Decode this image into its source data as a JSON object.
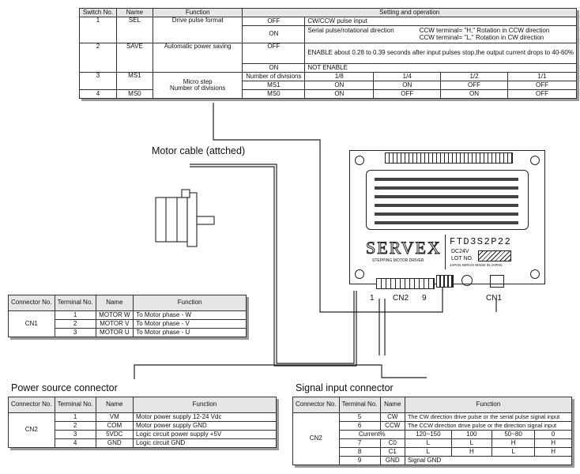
{
  "switch_table": {
    "headers": [
      "Switch No.",
      "Name",
      "Function",
      "Setting and operation"
    ],
    "sw1": {
      "no": "1",
      "name": "SEL",
      "function": "Drive pulse format",
      "off_label": "OFF",
      "off_text": "CW/CCW pulse input",
      "on_label": "ON",
      "on_text": "Serial pulse/rotational direction",
      "on_ccw_h": "CCW terminal= \"H,\" Rotation in CCW direction",
      "on_ccw_l": "CCW terminal= \"L,\" Rotation in CW direction"
    },
    "sw2": {
      "no": "2",
      "name": "SAVE",
      "function": "Automatic power saving",
      "off_label": "OFF",
      "off_text": "ENABLE  about 0.28 to 0.39 seconds after input pulses stop,the output current drops to 40-60%",
      "on_label": "ON",
      "on_text": "NOT ENABLE"
    },
    "sw3": {
      "no": "3",
      "name": "MS1",
      "function_line1": "Micro step",
      "function_line2": "Number of divisions",
      "div_label": "Number of divisions",
      "divs": [
        "1/8",
        "1/4",
        "1/2",
        "1/1"
      ],
      "ms1_label": "MS1",
      "ms1": [
        "ON",
        "ON",
        "OFF",
        "OFF"
      ]
    },
    "sw4": {
      "no": "4",
      "name": "MS0",
      "ms0_label": "MS0",
      "ms0": [
        "ON",
        "OFF",
        "ON",
        "OFF"
      ]
    }
  },
  "labels": {
    "motor_cable": "Motor cable (attched)",
    "power_source": "Power source connector",
    "signal_input": "Signal input connector",
    "cn2_board": "CN2",
    "cn1_board": "CN1",
    "pin1": "1",
    "pin9": "9"
  },
  "driver": {
    "brand": "SERVEX",
    "model": "FTD3S2P22",
    "voltage": "DC24V",
    "lot": "LOT NO.",
    "subtitle": "STEPPING MOTOR DRIVER",
    "maker": "JAPAN SERVO  MADE IN JAPAN"
  },
  "motor_table": {
    "headers": [
      "Connector No.",
      "Terminal No.",
      "Name",
      "Function"
    ],
    "connector": "CN1",
    "rows": [
      {
        "no": "1",
        "name": "MOTOR W",
        "func": "To Motor phase - W"
      },
      {
        "no": "2",
        "name": "MOTOR V",
        "func": "To Motor phase - V"
      },
      {
        "no": "3",
        "name": "MOTOR U",
        "func": "To Motor phase - U"
      }
    ]
  },
  "power_table": {
    "headers": [
      "Connector No.",
      "Terminal No.",
      "Name",
      "Function"
    ],
    "connector": "CN2",
    "rows": [
      {
        "no": "1",
        "name": "VM",
        "func": "Motor power supply 12-24 Vdc"
      },
      {
        "no": "2",
        "name": "COM",
        "func": "Motor power supply GND"
      },
      {
        "no": "3",
        "name": "5VDC",
        "func": "Logic circuit power supply +5V"
      },
      {
        "no": "4",
        "name": "GND",
        "func": "Logic circuit GND"
      }
    ]
  },
  "signal_table": {
    "headers": [
      "Connector No.",
      "Terminal No.",
      "Name",
      "Function"
    ],
    "connector": "CN2",
    "row5": {
      "no": "5",
      "name": "CW",
      "func": "The CW direction drive pulse or the serial pulse signal input"
    },
    "row6": {
      "no": "6",
      "name": "CCW",
      "func": "The CCW direction drive pulse or the direction signal input"
    },
    "current_label": "Current%",
    "currents": [
      "120~150",
      "100",
      "50~80",
      "0"
    ],
    "row7": {
      "no": "7",
      "name": "C0",
      "vals": [
        "L",
        "L",
        "H",
        "H"
      ]
    },
    "row8": {
      "no": "8",
      "name": "C1",
      "vals": [
        "L",
        "H",
        "L",
        "H"
      ]
    },
    "row9": {
      "no": "9",
      "name": "GND",
      "func": "Signal GND"
    }
  }
}
